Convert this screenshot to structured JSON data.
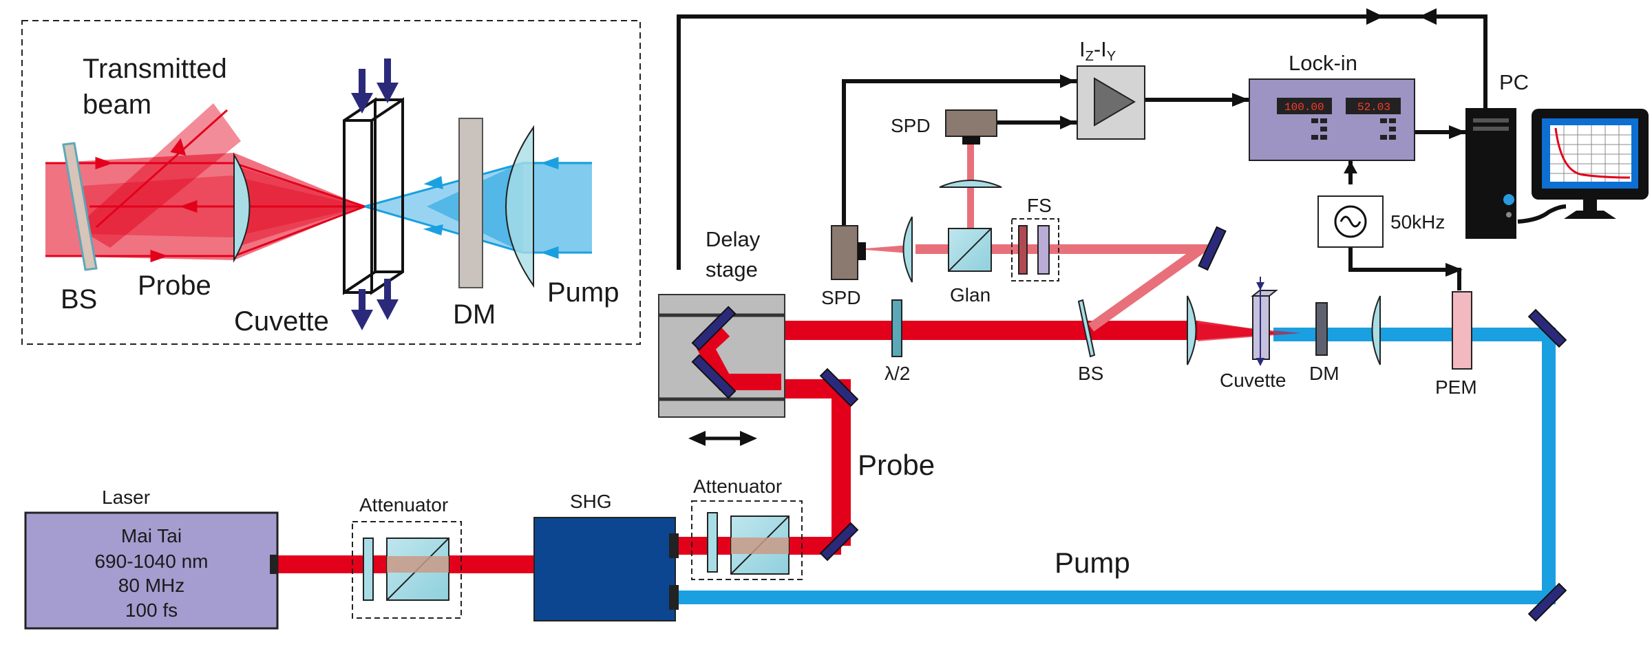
{
  "colors": {
    "probe": "#e3001b",
    "probe_light": "#e8707a",
    "pump": "#1aa0e0",
    "laser_box": "#a59ccf",
    "shg_box": "#0d4690",
    "lockin_box": "#9d94c4",
    "mirror": "#2b2a7a",
    "optic_cyan": "#a8dde6",
    "pem": "#f3b9c0",
    "delay_stage": "#bcbcbc",
    "cable": "#111111"
  },
  "inset": {
    "transmitted_beam": [
      "Transmitted",
      "beam"
    ],
    "bs": "BS",
    "probe": "Probe",
    "cuvette": "Cuvette",
    "dm": "DM",
    "pump": "Pump"
  },
  "setup": {
    "laser_title": "Laser",
    "laser_lines": [
      "Mai Tai",
      "690-1040 nm",
      "80 MHz",
      "100 fs"
    ],
    "attenuator_1": "Attenuator",
    "attenuator_2": "Attenuator",
    "shg": "SHG",
    "delay_stage": [
      "Delay",
      "stage"
    ],
    "probe_beam": "Probe",
    "pump_beam": "Pump",
    "half_wave": "λ/2",
    "bs": "BS",
    "cuvette": "Cuvette",
    "dm": "DM",
    "pem": "PEM",
    "spd_left": "SPD",
    "spd_top": "SPD",
    "glan": "Glan",
    "fs": "FS",
    "diff_amp": {
      "main": "I",
      "sub_z": "Z",
      "dash": "-I",
      "sub_y": "Y"
    },
    "lockin_title": "Lock-in",
    "lockin_display_1": "100.00",
    "lockin_display_2": "52.03",
    "ref_freq": "50kHz",
    "pc": "PC"
  }
}
